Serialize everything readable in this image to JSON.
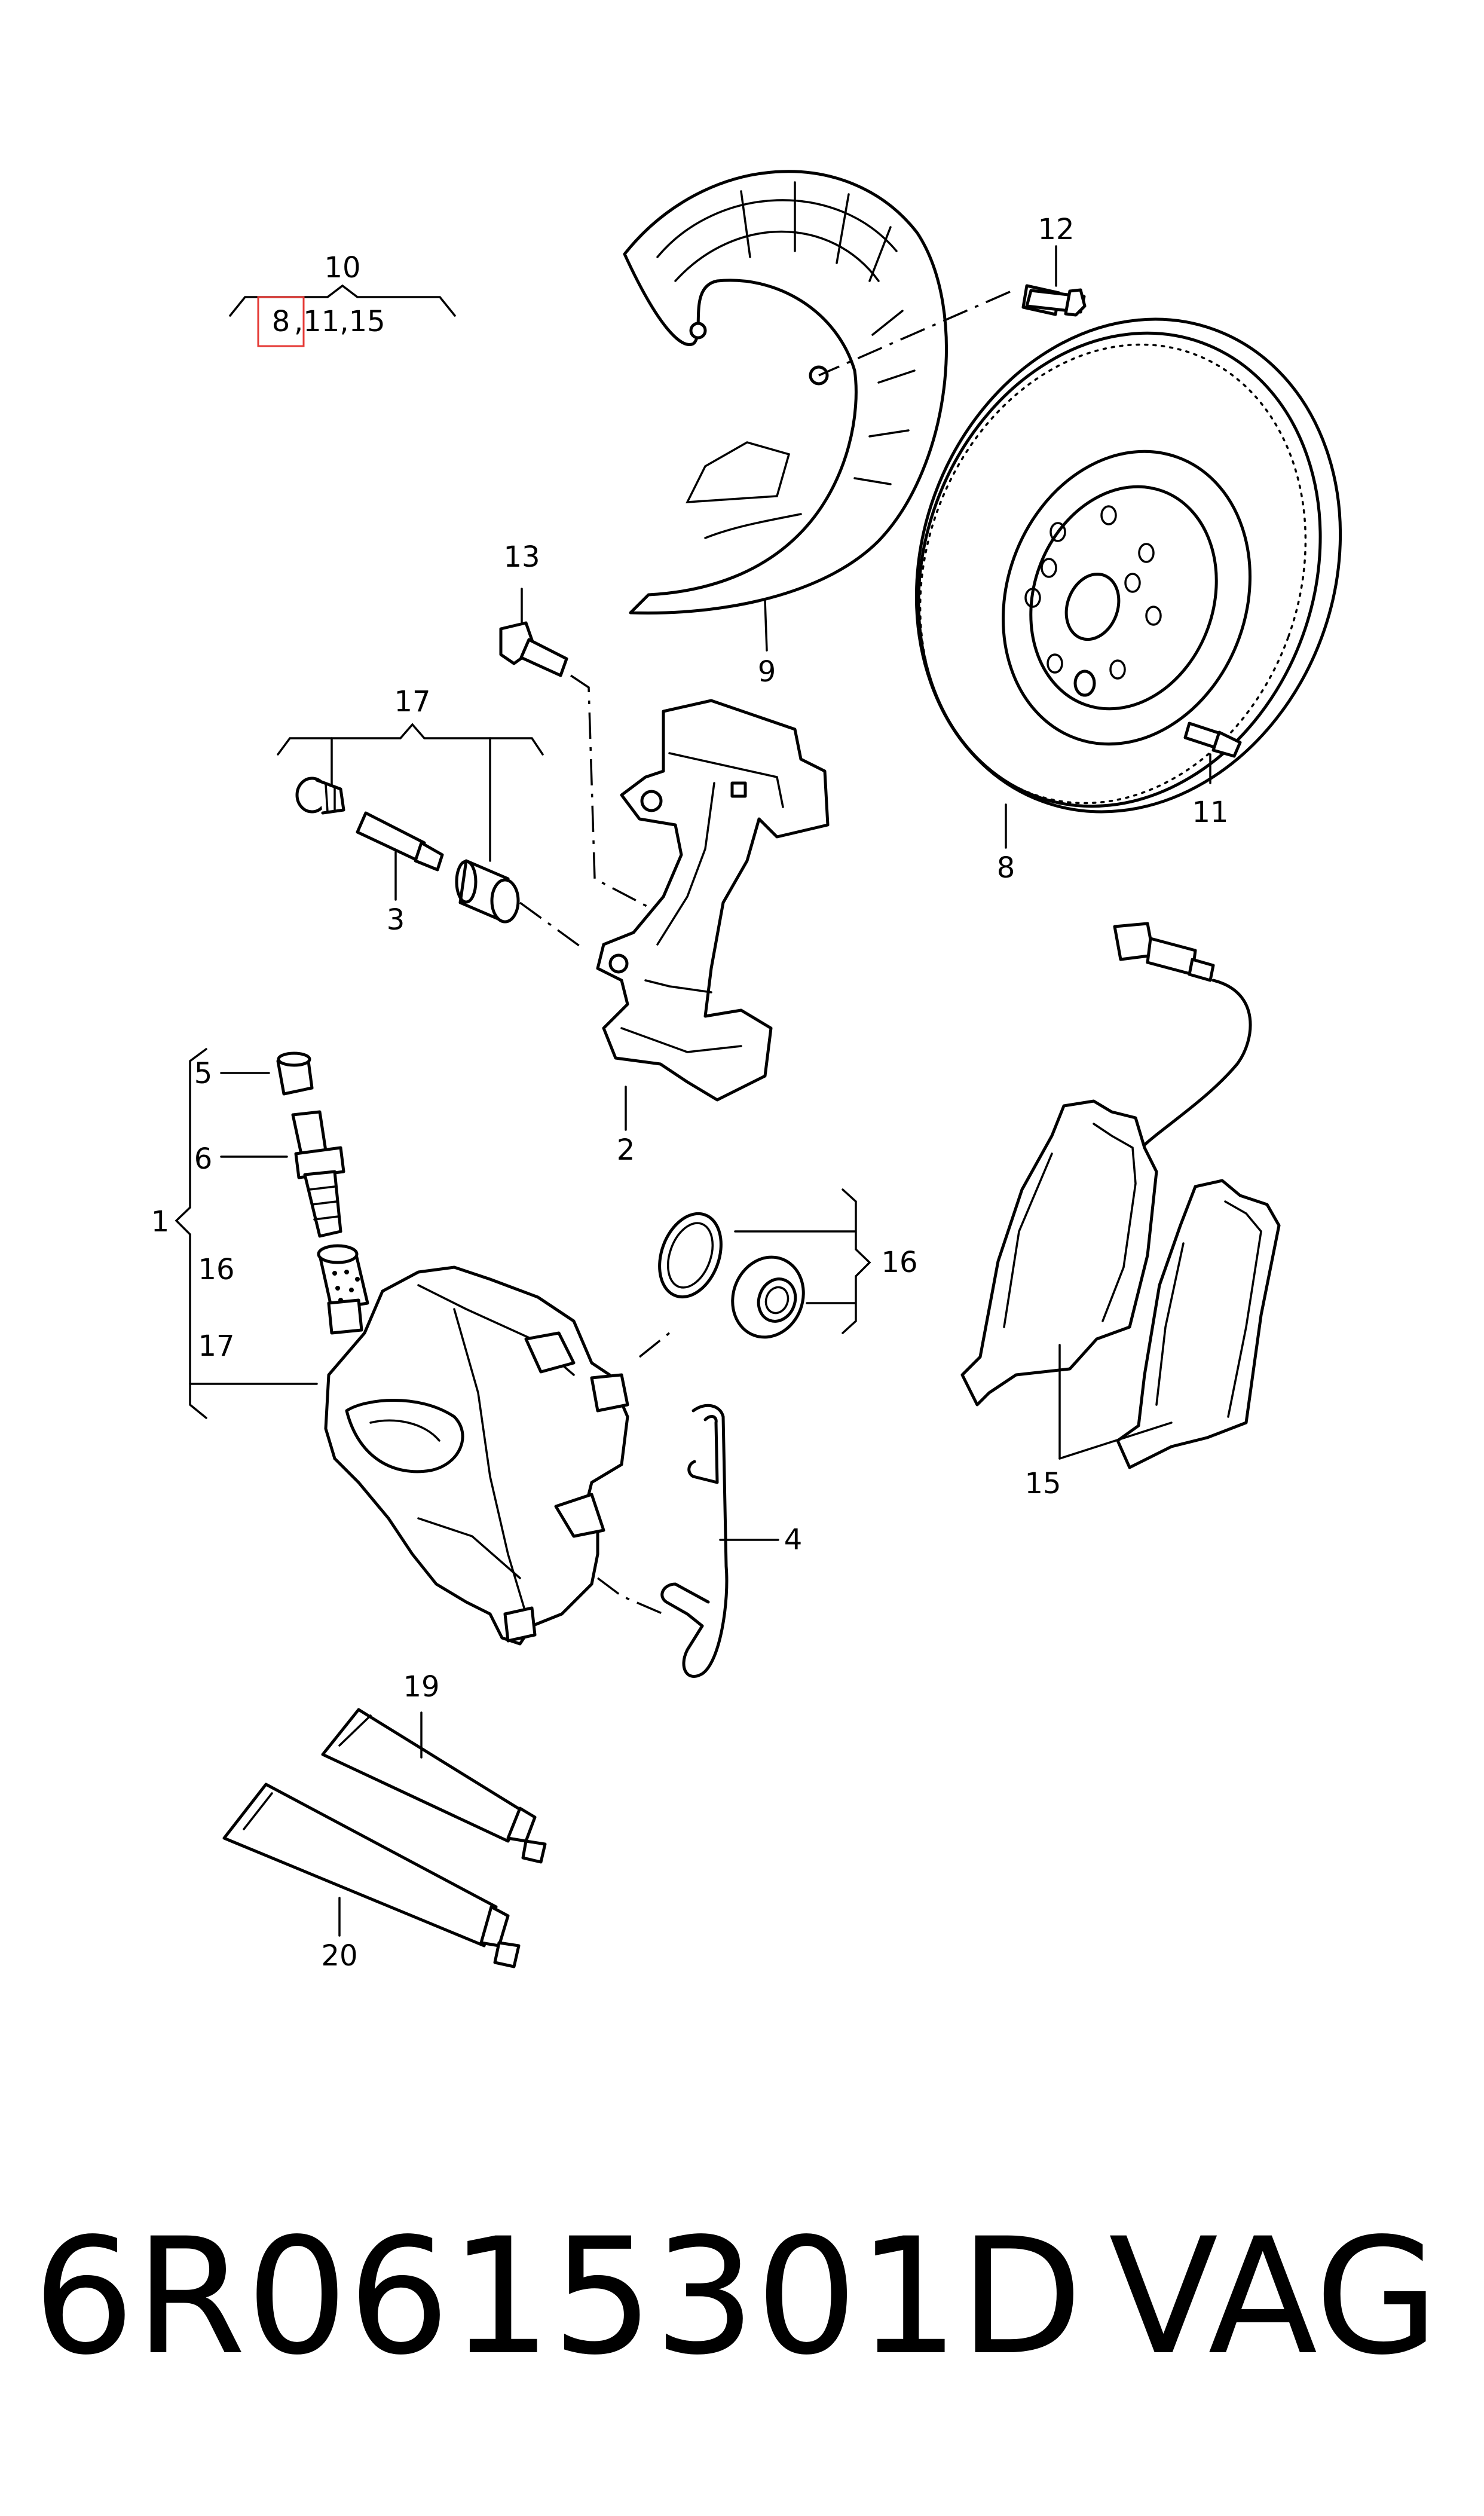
{
  "callouts": {
    "c10": "10",
    "c10_sub_a": "8",
    "c10_sub_b": ",11,15",
    "c12": "12",
    "c13": "13",
    "c9": "9",
    "c17a": "17",
    "c3": "3",
    "c11": "11",
    "c8": "8",
    "c2": "2",
    "c5": "5",
    "c6": "6",
    "c1": "1",
    "c16a": "16",
    "c17b": "17",
    "c16b": "16",
    "c4": "4",
    "c15": "15",
    "c19": "19",
    "c20": "20"
  },
  "footer": {
    "part_number": "6R0615301D",
    "brand": "VAG"
  },
  "highlight": {
    "color": "#e53935",
    "target": "8"
  }
}
